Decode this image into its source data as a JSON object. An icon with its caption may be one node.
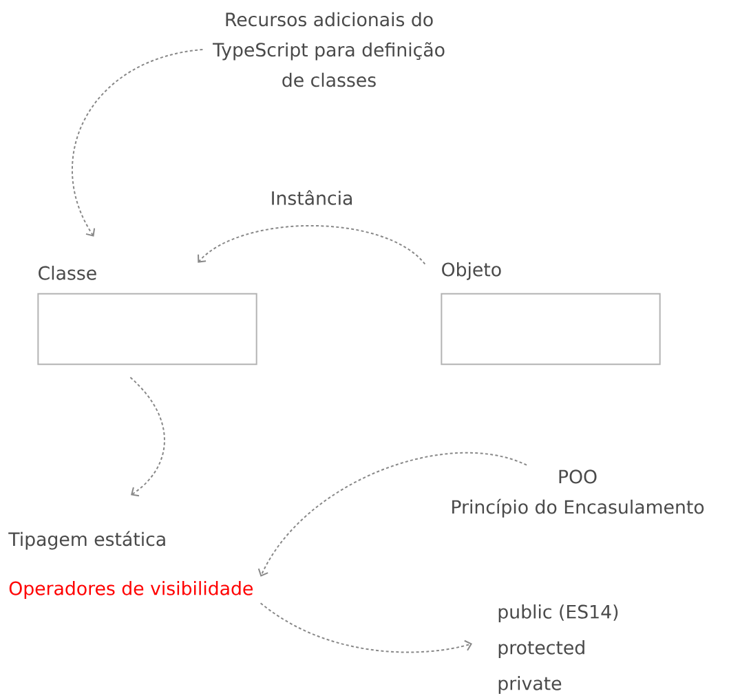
{
  "diagram": {
    "nodes": [
      {
        "text": [
          "Recursos adicionais do TypeScript para definição de classes"
        ]
      },
      {
        "text": [
          "Classe"
        ]
      },
      {
        "text": [
          "Objeto"
        ]
      },
      {
        "text": [
          "Tipagem estática"
        ]
      },
      {
        "text": [
          "Operadores de visibilidade"
        ]
      },
      {
        "text": [
          "POO",
          "Princípio do Encasulamento"
        ]
      },
      {
        "text": [
          "public (ES14)",
          "protected",
          "private"
        ]
      }
    ],
    "edges": [
      {
        "from": 0,
        "to": 1,
        "arrow": "to",
        "style": "dashed"
      },
      {
        "from": 2,
        "to": 1,
        "arrow": "to",
        "style": "dashed",
        "label": "Instância"
      },
      {
        "from": 1,
        "to": 3,
        "arrow": "to",
        "style": "dashed"
      },
      {
        "from": 5,
        "to": 4,
        "arrow": "to",
        "style": "dashed"
      },
      {
        "from": 4,
        "to": 6,
        "arrow": "to",
        "style": "dashed"
      }
    ]
  }
}
